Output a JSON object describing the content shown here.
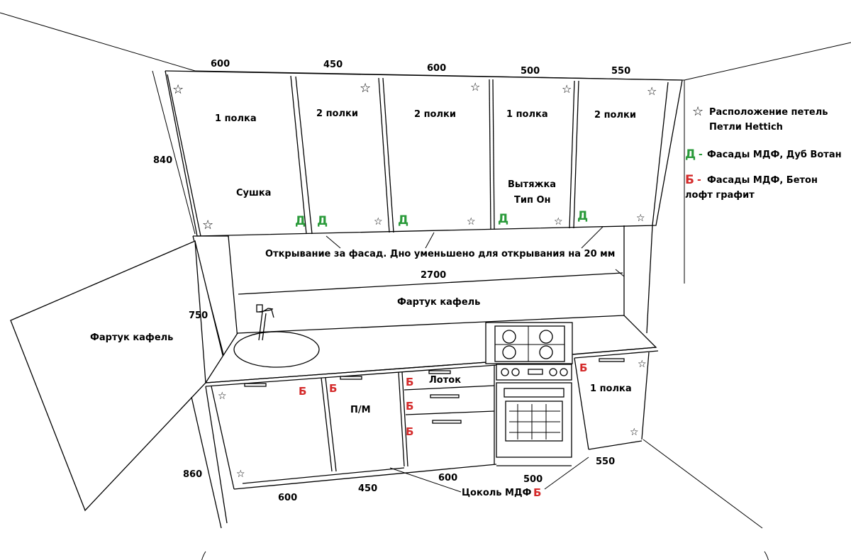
{
  "colors": {
    "facade_d": "#2a9a3a",
    "facade_b": "#d42a2a",
    "line": "#000000"
  },
  "dimensions": {
    "upper": [
      "600",
      "450",
      "600",
      "500",
      "550"
    ],
    "upper_height": "840",
    "gap_height": "750",
    "total_width": "2700",
    "lower_height": "860",
    "lower": [
      "600",
      "450",
      "600",
      "500",
      "550"
    ]
  },
  "upper_cabinets": [
    {
      "shelves": "1 полка",
      "note": "Сушка",
      "facade": "Д"
    },
    {
      "shelves": "2 полки",
      "note": "",
      "facade": "Д"
    },
    {
      "shelves": "2 полки",
      "note": "",
      "facade": "Д"
    },
    {
      "shelves": "1 полка",
      "note": "Вытяжка Тип Он",
      "note_line1": "Вытяжка",
      "note_line2": "Тип Он",
      "facade": "Д"
    },
    {
      "shelves": "2 полки",
      "note": "",
      "facade": "Д"
    }
  ],
  "lower_cabinets": [
    {
      "label": "",
      "facade": "Б"
    },
    {
      "label": "П/М",
      "facade": "Б"
    },
    {
      "label": "Лоток",
      "facade": "Б",
      "drawers": [
        "Б",
        "Б",
        "Б"
      ]
    },
    {
      "label": "",
      "facade": ""
    },
    {
      "label": "1 полка",
      "facade": "Б"
    }
  ],
  "notes": {
    "opening": "Открывание за фасад. Дно уменьшено для открывания на 20 мм",
    "apron_center": "Фартук кафель",
    "apron_left": "Фартук кафель",
    "plinth": "Цоколь МДФ",
    "plinth_facade": "Б"
  },
  "legend": {
    "hinges_line1": "Расположение петель",
    "hinges_line2": "Петли Hettich",
    "d_letter": "Д",
    "d_text": "Фасады МДФ, Дуб Вотан",
    "b_letter": "Б",
    "b_text_line1": "Фасады МДФ, Бетон",
    "b_text_line2": "лофт графит",
    "dash": "-"
  },
  "icons": {
    "hinge": "star-icon"
  }
}
